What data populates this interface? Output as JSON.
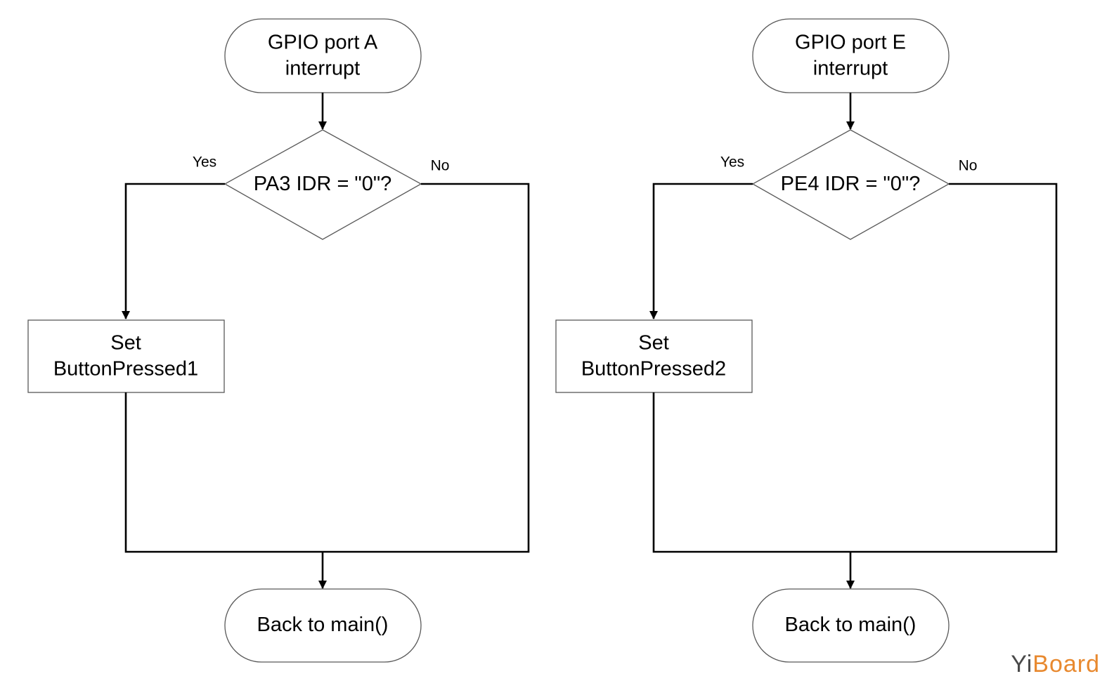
{
  "flowcharts": [
    {
      "start": [
        "GPIO port A",
        "interrupt"
      ],
      "decision": [
        "PA3 IDR = \"0\"?"
      ],
      "yes_label": "Yes",
      "no_label": "No",
      "process": [
        "Set",
        "ButtonPressed1"
      ],
      "end": [
        "Back to main()"
      ]
    },
    {
      "start": [
        "GPIO port E",
        "interrupt"
      ],
      "decision": [
        "PE4 IDR = \"0\"?"
      ],
      "yes_label": "Yes",
      "no_label": "No",
      "process": [
        "Set",
        "ButtonPressed2"
      ],
      "end": [
        "Back to main()"
      ]
    }
  ],
  "watermark": {
    "part1": "Yi",
    "part2": "Board"
  }
}
